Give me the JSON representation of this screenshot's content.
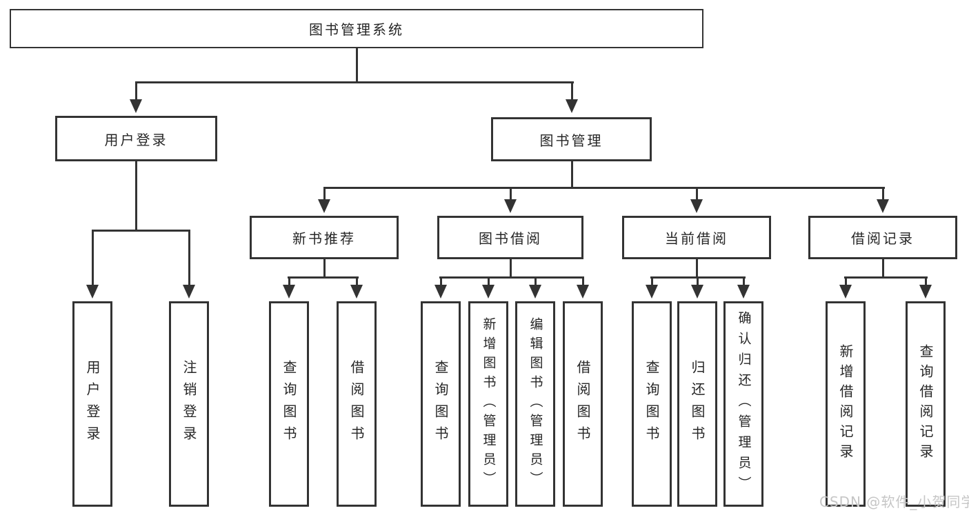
{
  "nodes": {
    "root": "图书管理系统",
    "level2": [
      "用户登录",
      "图书管理"
    ],
    "level3": [
      "新书推荐",
      "图书借阅",
      "当前借阅",
      "借阅记录"
    ],
    "leaves": {
      "login": [
        "用户登录",
        "注销登录"
      ],
      "recommend": [
        "查询图书",
        "借阅图书"
      ],
      "borrow": [
        "查询图书",
        "新增图书（管理员）",
        "编辑图书（管理员）",
        "借阅图书"
      ],
      "current": [
        "查询图书",
        "归还图书",
        "确认归还（管理员）"
      ],
      "records": [
        "新增借阅记录",
        "查询借阅记录"
      ]
    }
  },
  "watermark": {
    "text": "CSDN @软件_小贺同学",
    "color": "#c6c6c6"
  },
  "colors": {
    "line": "#333333",
    "text": "#262626",
    "background": "#ffffff"
  }
}
